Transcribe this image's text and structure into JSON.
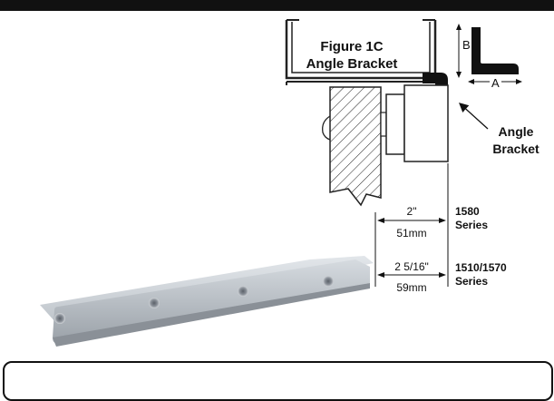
{
  "figure": {
    "title_line1": "Figure 1C",
    "title_line2": "Angle Bracket"
  },
  "inset": {
    "dim_b": "B",
    "dim_a": "A"
  },
  "callout": {
    "line1": "Angle",
    "line2": "Bracket"
  },
  "dimensions": [
    {
      "imperial": "2\"",
      "metric": "51mm",
      "series_line1": "1580",
      "series_line2": "Series"
    },
    {
      "imperial": "2 5/16\"",
      "metric": "59mm",
      "series_line1": "1510/1570",
      "series_line2": "Series"
    }
  ]
}
